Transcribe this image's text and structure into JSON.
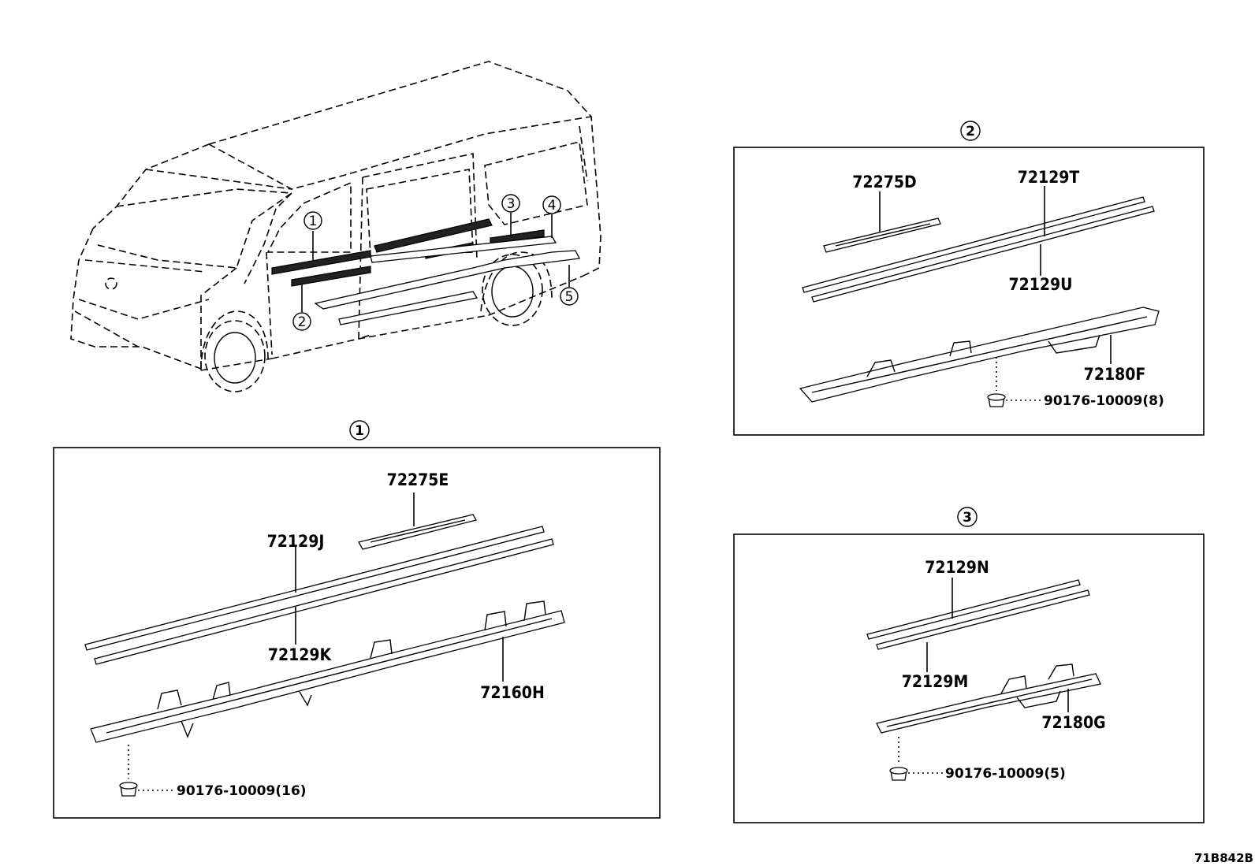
{
  "van_callouts": [
    "1",
    "2",
    "3",
    "4",
    "5"
  ],
  "boxes": {
    "box1": {
      "marker": "1",
      "parts": {
        "p1": "72275E",
        "p2": "72129J",
        "p3": "72129K",
        "p4": "72160H",
        "p5": "90176-10009(16)"
      }
    },
    "box2": {
      "marker": "2",
      "parts": {
        "p1": "72275D",
        "p2": "72129T",
        "p3": "72129U",
        "p4": "72180F",
        "p5": "90176-10009(8)"
      }
    },
    "box3": {
      "marker": "3",
      "parts": {
        "p1": "72129N",
        "p2": "72129M",
        "p3": "72180G",
        "p4": "90176-10009(5)"
      }
    }
  },
  "figure_code": "71B842B"
}
